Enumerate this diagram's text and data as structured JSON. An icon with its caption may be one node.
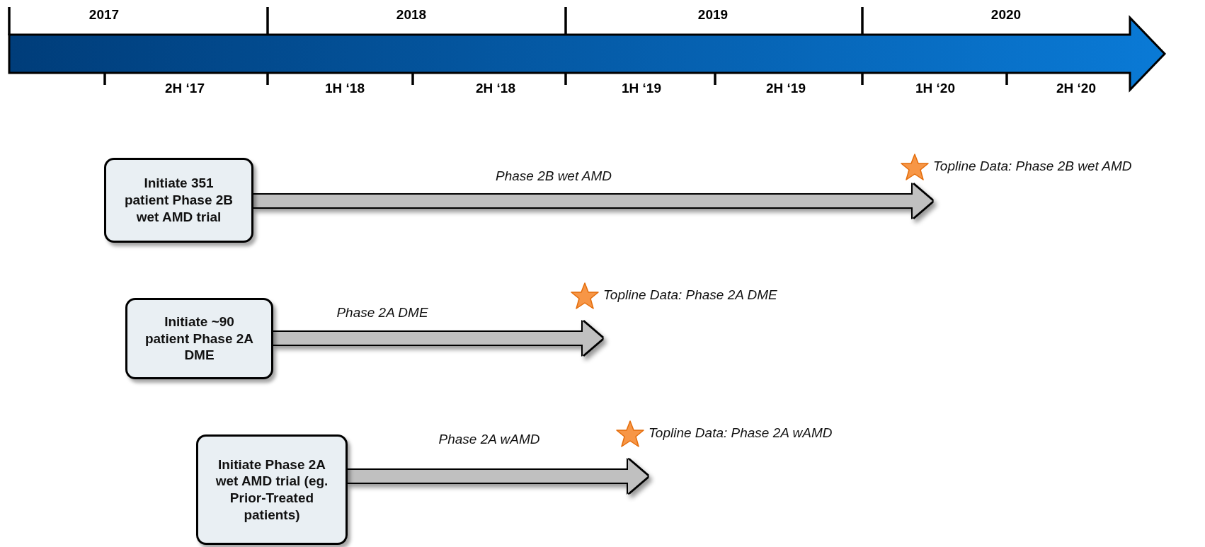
{
  "diagram": {
    "nodes": [
      {
        "text": [
          "Initiate 351 patient Phase 2B wet AMD trial"
        ]
      },
      {
        "text": [],
        "shape": "star",
        "beside": [
          "Topline Data: Phase 2B wet AMD"
        ]
      },
      {
        "text": [
          "Initiate ~90 patient Phase 2A DME"
        ]
      },
      {
        "text": [],
        "shape": "star",
        "beside": [
          "Topline Data: Phase 2A DME"
        ]
      },
      {
        "text": [
          "Initiate Phase 2A wet AMD trial (eg. Prior-Treated patients)"
        ]
      },
      {
        "text": [],
        "shape": "star",
        "beside": [
          "Topline Data: Phase 2A wAMD"
        ]
      }
    ],
    "edges": [
      {
        "from": 0,
        "to": 1,
        "arrow": "to",
        "label": "Phase 2B wet AMD"
      },
      {
        "from": 2,
        "to": 3,
        "arrow": "to",
        "label": "Phase 2A DME"
      },
      {
        "from": 4,
        "to": 5,
        "arrow": "to",
        "label": "Phase 2A wAMD"
      }
    ],
    "labels": [
      "2017",
      "2018",
      "2019",
      "2020",
      "2H ‘17",
      "1H ‘18",
      "2H ‘18",
      "1H ‘19",
      "2H ‘19",
      "1H ‘20",
      "2H ‘20"
    ]
  }
}
